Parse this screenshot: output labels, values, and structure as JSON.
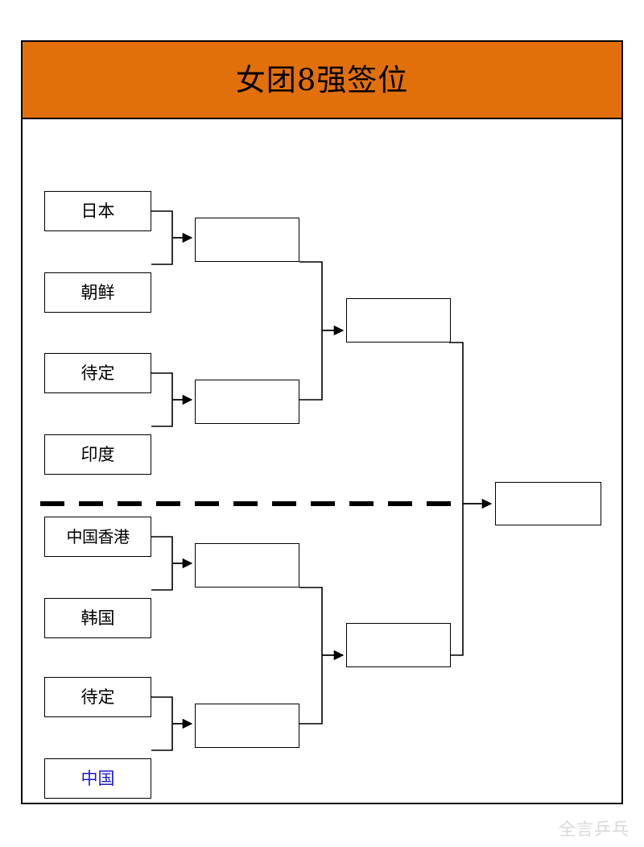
{
  "header": {
    "title": "女团8强签位",
    "banner_color": "#E2700A"
  },
  "colors": {
    "banner": "#E2700A",
    "line": "#000000",
    "highlight": "#1A1ACC",
    "watermark": "#d9d9d9",
    "background": "#ffffff"
  },
  "watermark": {
    "text": "全言乒乓"
  },
  "bracket": {
    "separator": {
      "style": "dashed",
      "label": ""
    },
    "quarterfinals": [
      {
        "id": "qf1-a",
        "label": "日本",
        "highlight": false
      },
      {
        "id": "qf1-b",
        "label": "朝鲜",
        "highlight": false
      },
      {
        "id": "qf2-a",
        "label": "待定",
        "highlight": false
      },
      {
        "id": "qf2-b",
        "label": "印度",
        "highlight": false
      },
      {
        "id": "qf3-a",
        "label": "中国香港",
        "highlight": false
      },
      {
        "id": "qf3-b",
        "label": "韩国",
        "highlight": false
      },
      {
        "id": "qf4-a",
        "label": "待定",
        "highlight": false
      },
      {
        "id": "qf4-b",
        "label": "中国",
        "highlight": true
      }
    ],
    "semifinals": [
      {
        "id": "sf1",
        "label": ""
      },
      {
        "id": "sf2",
        "label": ""
      },
      {
        "id": "sf3",
        "label": ""
      },
      {
        "id": "sf4",
        "label": ""
      }
    ],
    "finals": [
      {
        "id": "f1",
        "label": ""
      },
      {
        "id": "f2",
        "label": ""
      }
    ],
    "champion": {
      "id": "champion",
      "label": ""
    }
  }
}
